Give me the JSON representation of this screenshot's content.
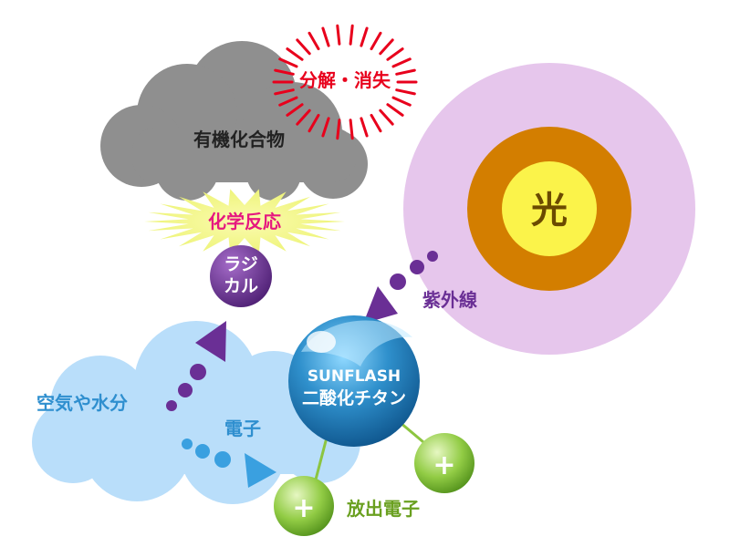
{
  "labels": {
    "organic": "有機化合物",
    "decompose": "分解・消失",
    "reaction": "化学反応",
    "radical_line1": "ラジ",
    "radical_line2": "カル",
    "light": "光",
    "uv": "紫外線",
    "air_water": "空気や水分",
    "electron": "電子",
    "sunflash": "SUNFLASH",
    "tio2": "二酸化チタン",
    "emitted": "放出電子",
    "plus": "+"
  },
  "colors": {
    "cloud": "#8f8f8f",
    "decompose_text": "#e8001c",
    "burst": "#e8001c",
    "reaction_text": "#e6187f",
    "reaction_glow": "#f4f59a",
    "radical": "#6a2f95",
    "light_outer": "#e6c6ec",
    "light_mid": "#d37e00",
    "light_core": "#fbf34a",
    "light_text": "#6b4a00",
    "uv": "#6a2f95",
    "air_cloud": "#b9defa",
    "air_text": "#2f8fcf",
    "electron_path": "#3aa0e0",
    "sphere": "#2a86c0",
    "plus_ball": "#8cc540",
    "emitted_text": "#6aa020"
  }
}
